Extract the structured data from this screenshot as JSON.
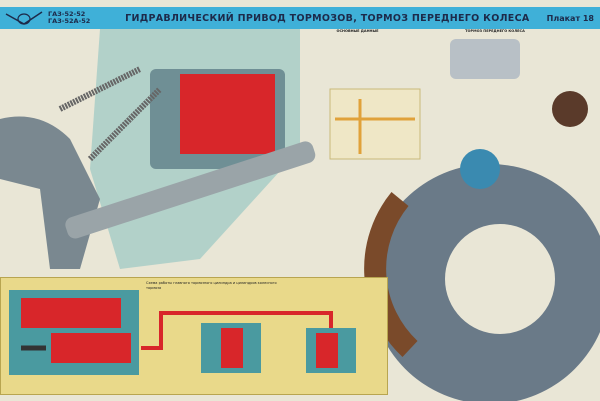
{
  "header": {
    "models": [
      "ГАЗ-52-52",
      "ГАЗ-52А-52"
    ],
    "title": "ГИДРАВЛИЧЕСКИЙ ПРИВОД ТОРМОЗОВ, ТОРМОЗ ПЕРЕДНЕГО КОЛЕСА",
    "poster_number": "Плакат 18",
    "colors": {
      "band": "#3fb0d8",
      "text": "#1d2a4a"
    }
  },
  "panels": {
    "specs_title": "ОСНОВНЫЕ ДАННЫЕ",
    "wheel_brake_title": "ТОРМОЗ ПЕРЕДНЕГО КОЛЕСА",
    "scheme_caption": "Схема работы главного тормозного цилиндра и цилиндров колесного тормоза"
  },
  "colors": {
    "fluid": "#d8262a",
    "body": "#4a9aa0",
    "drum": "#6a7a88",
    "lining": "#7a4a2a",
    "scheme_bg": "#e9d98a"
  }
}
